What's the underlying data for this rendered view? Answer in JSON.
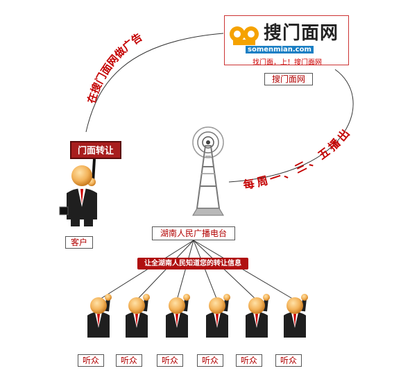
{
  "site": {
    "logo_text": "搜门面网",
    "logo_domain": "somenmian.com",
    "slogan": "找门面，上！搜门面网",
    "label": "搜门面网"
  },
  "advertise_label": "在搜门面网做广告",
  "broadcast_label": "每周一、三、五播出",
  "customer": {
    "sign": "门面转让",
    "label": "客户"
  },
  "station": {
    "label": "湖南人民广播电台"
  },
  "banner": "让全湖南人民知道您的转让信息",
  "listeners": [
    {
      "label": "听众"
    },
    {
      "label": "听众"
    },
    {
      "label": "听众"
    },
    {
      "label": "听众"
    },
    {
      "label": "听众"
    },
    {
      "label": "听众"
    }
  ],
  "colors": {
    "accent_red": "#c40000",
    "logo_blue": "#1a7fc4",
    "logo_orange": "#f5a200"
  }
}
